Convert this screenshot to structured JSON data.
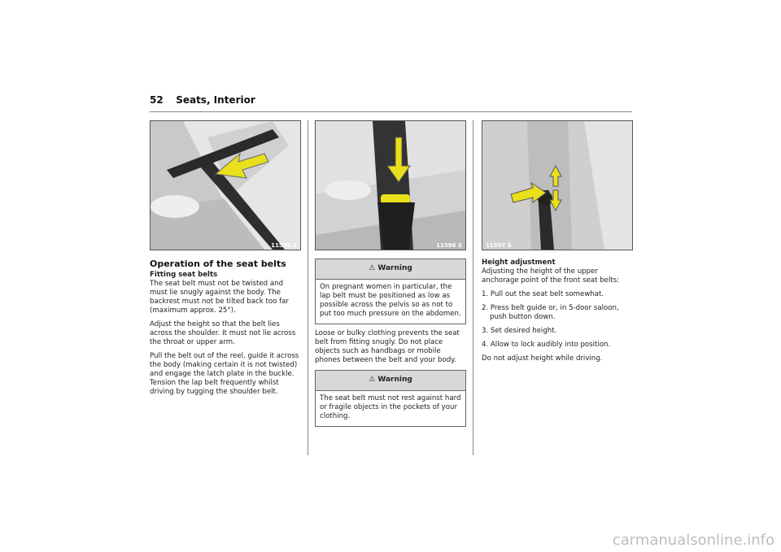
{
  "header": {
    "page_number": "52",
    "section": "Seats, Interior"
  },
  "images": [
    {
      "code": "11595 S",
      "icon": "seat-belt-fitting-photo"
    },
    {
      "code": "11596 S",
      "icon": "seat-belt-buckle-photo"
    },
    {
      "code": "11597 S",
      "icon": "belt-height-adjust-photo"
    }
  ],
  "col1": {
    "title": "Operation of the seat belts",
    "subtitle": "Fitting seat belts",
    "p1": "The seat belt must not be twisted and must lie snugly against the body. The backrest must not be tilted back too far (maximum approx. 25°).",
    "p2": "Adjust the height so that the belt lies across the shoulder. It must not lie across the throat or upper arm.",
    "p3": "Pull the belt out of the reel, guide it across the body (making certain it is not twisted) and engage the latch plate in the buckle. Tension the lap belt frequently whilst driving by tugging the shoulder belt."
  },
  "col2": {
    "warning1_title": "Warning",
    "warning1_text": "On pregnant women in particular, the lap belt must be positioned as low as possible across the pelvis so as not to put too much pressure on the abdomen.",
    "p1": "Loose or bulky clothing prevents the seat belt from fitting snugly. Do not place objects such as handbags or mobile phones between the belt and your body.",
    "warning2_title": "Warning",
    "warning2_text": "The seat belt must not rest against hard or fragile objects in the pockets of your clothing."
  },
  "col3": {
    "subtitle": "Height adjustment",
    "intro": "Adjusting the height of the upper anchorage point of the front seat belts:",
    "steps": [
      "1. Pull out the seat belt somewhat.",
      "2. Press belt guide or, in 5-door saloon, push button down.",
      "3. Set desired height.",
      "4. Allow to lock audibly into position."
    ],
    "note": "Do not adjust height while driving."
  },
  "footer": {
    "watermark": "carmanualsonline.info"
  },
  "colors": {
    "arrow": "#e8e01a",
    "rule": "#8a8a8a",
    "warning_bg": "#d8d8d8"
  }
}
